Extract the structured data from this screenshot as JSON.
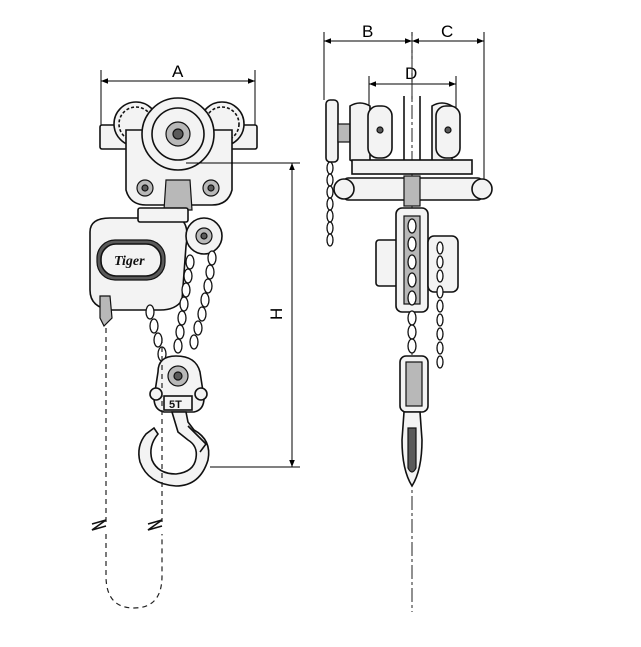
{
  "dimensions": {
    "a": "A",
    "b": "B",
    "c": "C",
    "d": "D",
    "h": "H"
  },
  "product": {
    "brand": "Tiger",
    "capacity": "5T"
  }
}
